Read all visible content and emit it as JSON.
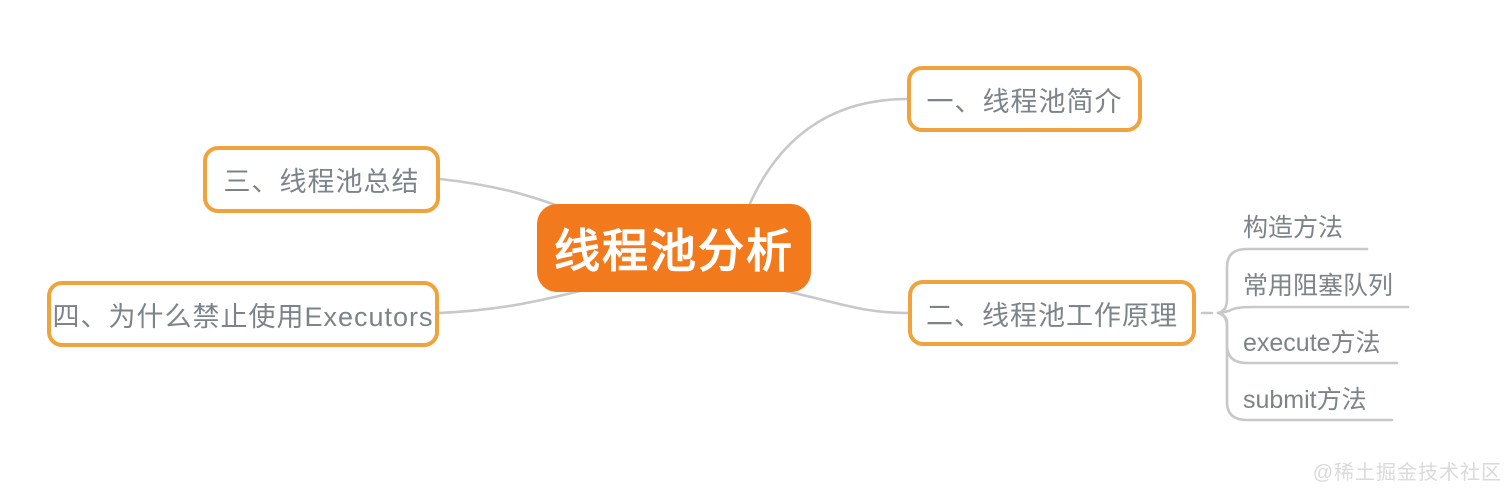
{
  "mindmap": {
    "type": "mindmap",
    "root": {
      "label": "线程池分析"
    },
    "branches": [
      {
        "label": "一、线程池简介",
        "children": []
      },
      {
        "label": "二、线程池工作原理",
        "children": [
          {
            "label": "构造方法"
          },
          {
            "label": "常用阻塞队列"
          },
          {
            "label": "execute方法"
          },
          {
            "label": "submit方法"
          }
        ]
      },
      {
        "label": "三、线程池总结",
        "children": []
      },
      {
        "label": "四、为什么禁止使用Executors",
        "children": []
      }
    ],
    "colors": {
      "root_fill": "#F2791C",
      "root_text": "#FFFFFF",
      "branch_border": "#F0A33C",
      "branch_text": "#7C838A",
      "subtopic_text": "#7D8389",
      "connector": "#C8C8C8",
      "watermark": "#DADADA"
    },
    "watermark": "@稀土掘金技术社区"
  }
}
